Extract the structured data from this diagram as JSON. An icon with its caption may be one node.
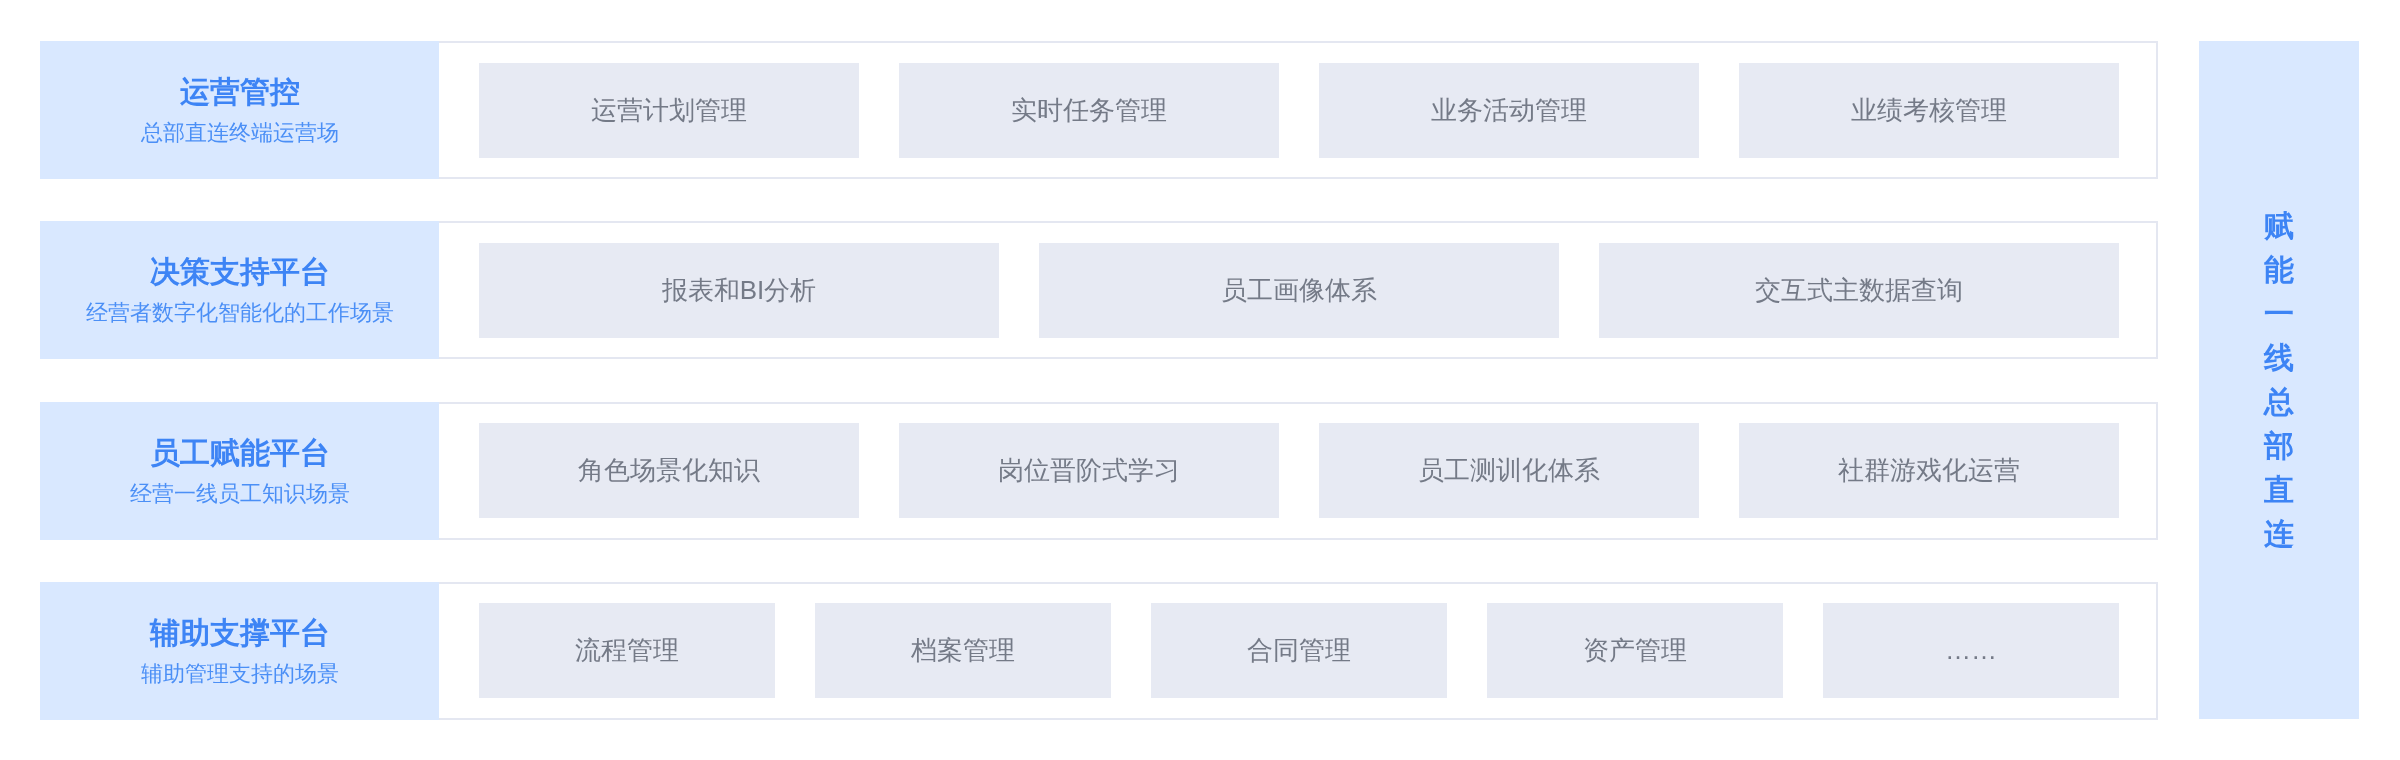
{
  "diagram": {
    "nodes": [
      {
        "text": [],
        "shape": "box"
      },
      {
        "text": [
          "运营管控",
          "总部直连终端运营场"
        ],
        "in": 0
      },
      {
        "text": [
          "运营计划管理"
        ],
        "in": 0
      },
      {
        "text": [
          "实时任务管理"
        ],
        "in": 0
      },
      {
        "text": [
          "业务活动管理"
        ],
        "in": 0
      },
      {
        "text": [
          "业绩考核管理"
        ],
        "in": 0
      },
      {
        "text": [],
        "shape": "box"
      },
      {
        "text": [
          "决策支持平台",
          "经营者数字化智能化的工作场景"
        ],
        "in": 6
      },
      {
        "text": [
          "报表和BI分析"
        ],
        "in": 6
      },
      {
        "text": [
          "员工画像体系"
        ],
        "in": 6
      },
      {
        "text": [
          "交互式主数据查询"
        ],
        "in": 6
      },
      {
        "text": [],
        "shape": "box"
      },
      {
        "text": [
          "员工赋能平台",
          "经营一线员工知识场景"
        ],
        "in": 11
      },
      {
        "text": [
          "角色场景化知识"
        ],
        "in": 11
      },
      {
        "text": [
          "岗位晋阶式学习"
        ],
        "in": 11
      },
      {
        "text": [
          "员工测训化体系"
        ],
        "in": 11
      },
      {
        "text": [
          "社群游戏化运营"
        ],
        "in": 11
      },
      {
        "text": [],
        "shape": "box"
      },
      {
        "text": [
          "辅助支撑平台",
          "辅助管理支持的场景"
        ],
        "in": 17
      },
      {
        "text": [
          "流程管理"
        ],
        "in": 17
      },
      {
        "text": [
          "档案管理"
        ],
        "in": 17
      },
      {
        "text": [
          "合同管理"
        ],
        "in": 17
      },
      {
        "text": [
          "资产管理"
        ],
        "in": 17
      },
      {
        "text": [
          "……"
        ],
        "in": 17
      },
      {
        "text": [
          "赋能一线总部直连"
        ]
      }
    ]
  }
}
